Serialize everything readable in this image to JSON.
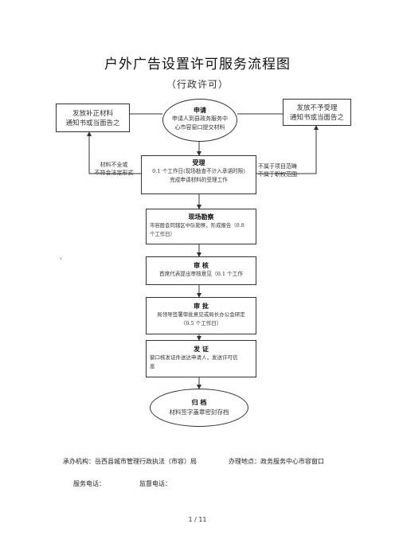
{
  "title": "户外广告设置许可服务流程图",
  "subtitle": "（行政许可）",
  "nodes": {
    "supplement": {
      "line1": "发放补正材料",
      "line2": "通知书或当面告之"
    },
    "apply": {
      "heading": "申请",
      "line1": "申请人到县政务服务中",
      "line2": "心市容窗口提交材料"
    },
    "reject": {
      "line1": "发放不予受理",
      "line2": "通知书或当面告之"
    },
    "accept": {
      "heading": "受理",
      "line1": "0.1 个工作日(现场勘查不计入承诺时限)",
      "line2": "完成申请材料的受理工作"
    },
    "survey": {
      "heading": "现场勘察",
      "line1": "市容股会同辖区中队勘察，形成报告（0.8",
      "line2": "个工作日）"
    },
    "review": {
      "heading": "审  核",
      "line1": "首席代表提出审核意见（0.1  个工作"
    },
    "approve": {
      "heading": "审  批",
      "line1": "局领导签署审批意见或局长办公会研定",
      "line2": "（0.5 个工作日）"
    },
    "issue": {
      "heading": "发  证",
      "line1": "窗口核发证件送达申请人，发送许可信",
      "line2": "息"
    },
    "archive": {
      "heading": "归  档",
      "line1": "材料签字盖章密封存档"
    }
  },
  "edges": {
    "left_label": {
      "line1": "材料不全或",
      "line2": "不符合法定形式"
    },
    "right_label": {
      "line1": "不属于项目范畴",
      "line2": "不属于职权范围"
    }
  },
  "dot": "、",
  "footer": {
    "agency": "承办机构：岳西县城市管理行政执法（市容）局",
    "location": "办理地点：政务服务中心市容窗口",
    "service_phone": "服务电话：",
    "supervision_phone": "监督电话："
  },
  "page_number": "1  /  11"
}
